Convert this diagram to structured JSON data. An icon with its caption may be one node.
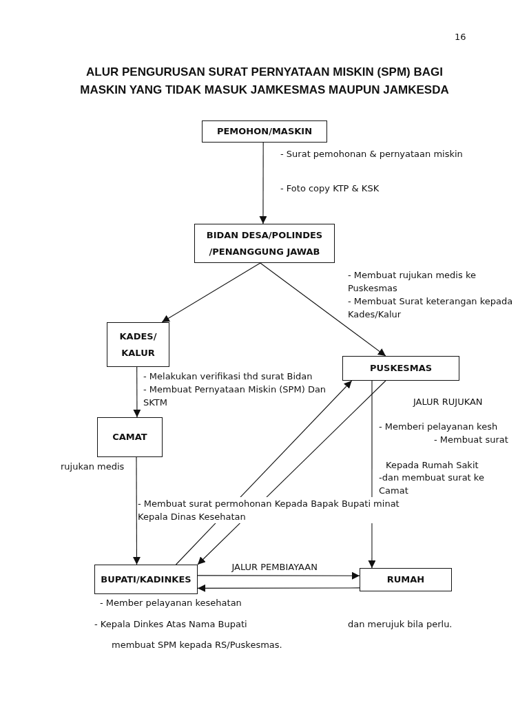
{
  "diagram": {
    "title": "ALUR PENGURUSAN SURAT PERNYATAAN MISKIN (SPM) BAGI MASKIN YANG TIDAK MASUK JAMKESMAS MAUPUN JAMKESDA",
    "nodes": [
      {
        "text": [
          "PEMOHON/MASKIN"
        ]
      },
      {
        "text": [
          "BIDAN DESA/POLINDES /PENANGGUNG JAWAB"
        ]
      },
      {
        "text": [
          "KADES/ KALUR"
        ]
      },
      {
        "text": [
          "PUSKESMAS"
        ]
      },
      {
        "text": [
          "CAMAT"
        ]
      },
      {
        "text": [
          "BUPATI/KADINKES"
        ]
      },
      {
        "text": [
          "RUMAH"
        ]
      }
    ],
    "edges": [
      {
        "from": 0,
        "to": 1,
        "arrow": "to"
      },
      {
        "from": 1,
        "to": 2,
        "arrow": "to"
      },
      {
        "from": 1,
        "to": 3,
        "arrow": "to"
      },
      {
        "from": 2,
        "to": 4,
        "arrow": "to"
      },
      {
        "from": 4,
        "to": 5,
        "arrow": "to"
      },
      {
        "from": 5,
        "to": 3,
        "arrow": "to"
      },
      {
        "from": 3,
        "to": 5,
        "arrow": "to"
      },
      {
        "from": 3,
        "to": 6,
        "arrow": "to"
      },
      {
        "from": 5,
        "to": 6,
        "arrow": "to",
        "label": "JALUR PEMBIAYAAN"
      },
      {
        "from": 6,
        "to": 5,
        "arrow": "to"
      }
    ],
    "labels": [
      "16",
      "- Surat pemohonan & pernyataan miskin",
      "- Foto copy KTP & KSK",
      "- Membuat rujukan medis ke Puskesmas",
      "- Membuat Surat keterangan kepada Kades/Kalur",
      "- Melakukan verifikasi thd surat Bidan",
      "- Membuat Pernyataan Miskin (SPM) Dan SKTM",
      "JALUR RUJUKAN",
      "- Memberi pelayanan kesh",
      "- Membuat surat",
      "rujukan medis",
      "Kepada Rumah Sakit",
      "-dan membuat surat ke Camat",
      "- Membuat surat permohonan Kepada Bapak Bupati minat Kepala Dinas Kesehatan",
      "- Member pelayanan kesehatan",
      "- Kepala Dinkes Atas Nama Bupati",
      "dan merujuk bila perlu.",
      "membuat SPM kepada RS/Puskesmas."
    ]
  }
}
